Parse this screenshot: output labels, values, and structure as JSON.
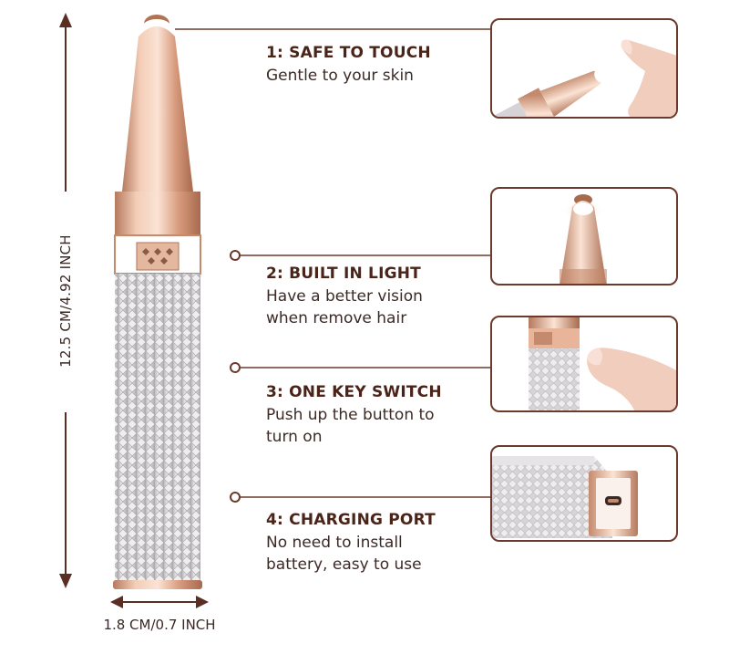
{
  "dimensions": {
    "height_label": "12.5 CM/4.92 INCH",
    "width_label": "1.8 CM/0.7 INCH"
  },
  "features": [
    {
      "title": "1: SAFE TO TOUCH",
      "lines": [
        "Gentle to your skin"
      ]
    },
    {
      "title": "2: BUILT IN LIGHT",
      "lines": [
        "Have a better vision",
        "when remove hair"
      ]
    },
    {
      "title": "3: ONE KEY SWITCH",
      "lines": [
        "Push up the button to",
        "turn on"
      ]
    },
    {
      "title": "4: CHARGING PORT",
      "lines": [
        "No need to install",
        "battery, easy to use"
      ]
    }
  ],
  "colors": {
    "accent": "#6b3a2c",
    "rose_gold": "#e8b49a",
    "body_silver": "#d9d7da",
    "title_text": "#4a2418"
  }
}
